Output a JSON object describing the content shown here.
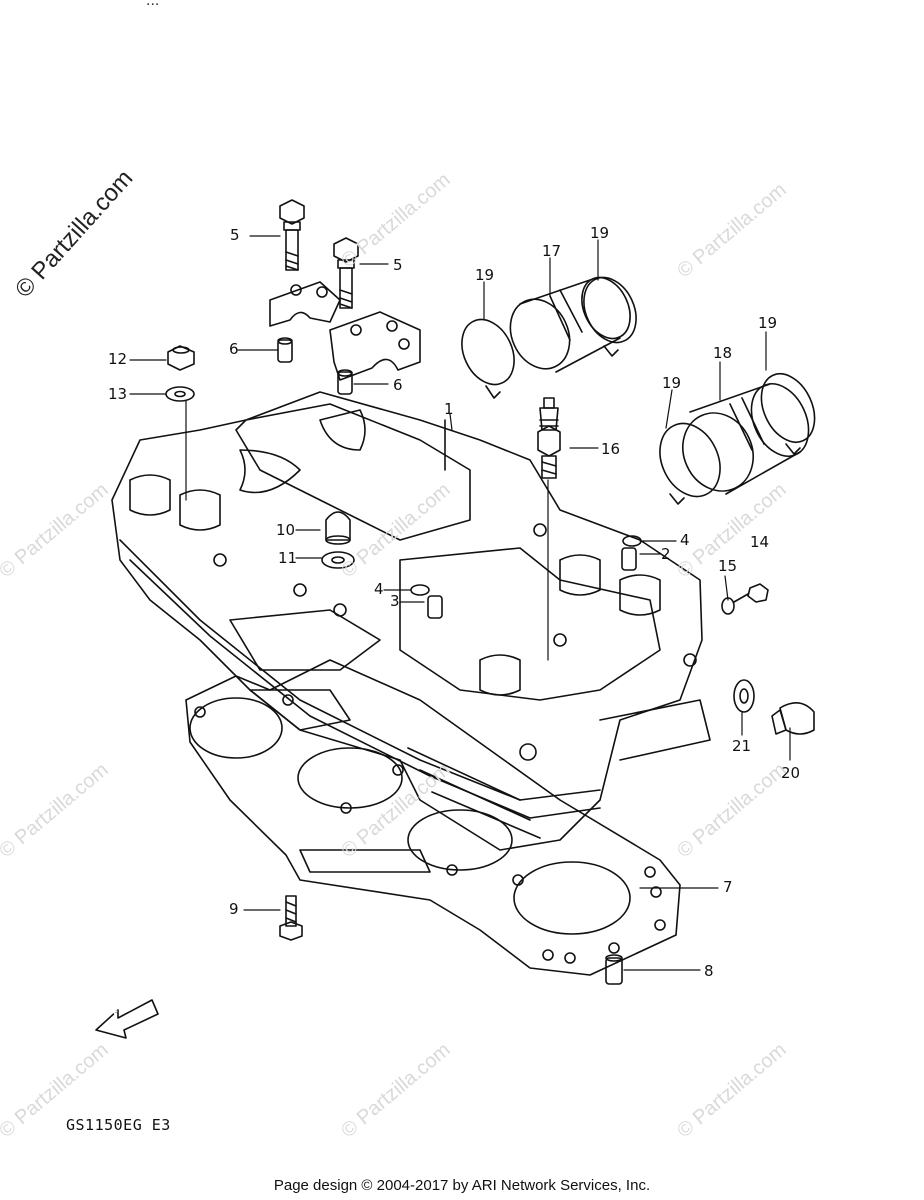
{
  "watermark": {
    "main": "© Partzilla.com",
    "tile": "© Partzilla.com"
  },
  "top_fragment": "...",
  "callouts": [
    {
      "id": "c1",
      "text": "1"
    },
    {
      "id": "c2",
      "text": "2"
    },
    {
      "id": "c3",
      "text": "3"
    },
    {
      "id": "c4a",
      "text": "4"
    },
    {
      "id": "c4b",
      "text": "4"
    },
    {
      "id": "c5a",
      "text": "5"
    },
    {
      "id": "c5b",
      "text": "5"
    },
    {
      "id": "c6a",
      "text": "6"
    },
    {
      "id": "c6b",
      "text": "6"
    },
    {
      "id": "c7",
      "text": "7"
    },
    {
      "id": "c8",
      "text": "8"
    },
    {
      "id": "c9",
      "text": "9"
    },
    {
      "id": "c10",
      "text": "10"
    },
    {
      "id": "c11",
      "text": "11"
    },
    {
      "id": "c12",
      "text": "12"
    },
    {
      "id": "c13",
      "text": "13"
    },
    {
      "id": "c14",
      "text": "14"
    },
    {
      "id": "c15",
      "text": "15"
    },
    {
      "id": "c16",
      "text": "16"
    },
    {
      "id": "c17",
      "text": "17"
    },
    {
      "id": "c18",
      "text": "18"
    },
    {
      "id": "c19a",
      "text": "19"
    },
    {
      "id": "c19b",
      "text": "19"
    },
    {
      "id": "c19c",
      "text": "19"
    },
    {
      "id": "c19d",
      "text": "19"
    },
    {
      "id": "c20",
      "text": "20"
    },
    {
      "id": "c21",
      "text": "21"
    }
  ],
  "fwd_label": "FWD",
  "model_code": "GS1150EG  E3",
  "footer": "Page design © 2004-2017 by ARI Network Services, Inc."
}
